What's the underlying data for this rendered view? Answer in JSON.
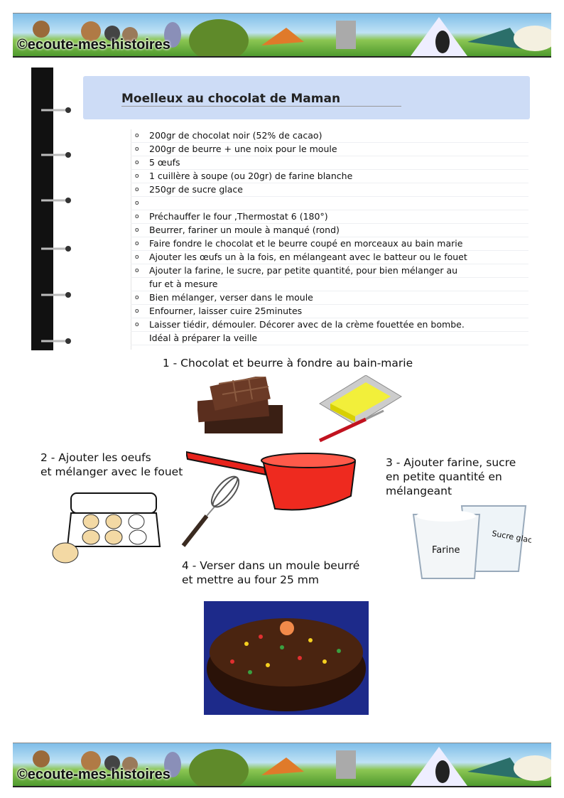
{
  "banner": {
    "brand": "©ecoute-mes-histoires"
  },
  "recipe": {
    "title": "Moelleux au chocolat de Maman",
    "items": [
      "200gr de chocolat noir (52% de cacao)",
      "200gr de beurre + une noix pour le moule",
      "5 œufs",
      "1 cuillère à soupe (ou 20gr) de farine blanche",
      "250gr de sucre glace",
      "",
      "Préchauffer le four ,Thermostat 6 (180°)",
      "Beurrer, fariner un moule à manqué (rond)",
      "Faire fondre le chocolat et le beurre coupé en morceaux au bain marie",
      "Ajouter les œufs un à la fois, en mélangeant avec le batteur ou le fouet",
      "Ajouter la farine, le sucre, par petite quantité, pour bien mélanger au",
      "fur et à mesure",
      "Bien mélanger, verser dans le moule",
      "Enfourner, laisser cuire 25minutes",
      "Laisser tiédir, démouler. Décorer avec de la crème fouettée en bombe.",
      "Idéal à préparer la veille"
    ],
    "bullet": "o"
  },
  "steps": {
    "s1": "1 - Chocolat et beurre à fondre au bain-marie",
    "s2a": "2 - Ajouter les oeufs",
    "s2b": "et mélanger avec le fouet",
    "s3a": "3 - Ajouter farine, sucre",
    "s3b": "en petite quantité en",
    "s3c": "mélangeant",
    "s4a": "4 - Verser dans un moule beurré",
    "s4b": "et mettre au four 25 mm"
  },
  "labels": {
    "flour": "Farine",
    "sugar": "Sucre glace"
  }
}
